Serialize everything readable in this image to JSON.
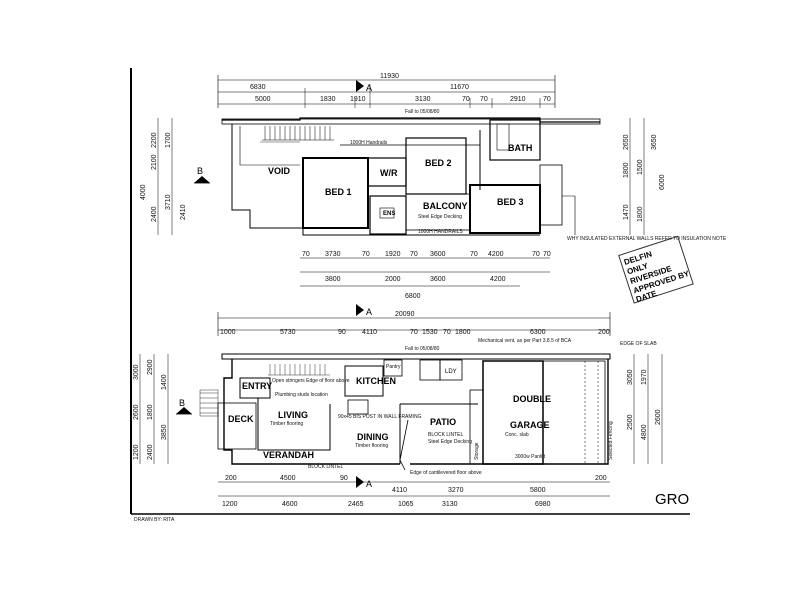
{
  "upper_floor": {
    "overall_width": "11930",
    "section_marker": "A",
    "elevation_marker": "B",
    "top_dims_1": [
      "6830",
      "11670"
    ],
    "top_dims_2": [
      "5000",
      "1830",
      "1910",
      "3130",
      "70",
      "70",
      "2910",
      "70"
    ],
    "fall_note": "Fall to 05/08/80",
    "rooms": {
      "void": "VOID",
      "bed1": "BED 1",
      "wir": "W/R",
      "bed2": "BED 2",
      "bath": "BATH",
      "balcony": "BALCONY",
      "bed3": "BED 3",
      "ens": "ENS"
    },
    "notes": {
      "balcony_sub": "Steel Edge Decking",
      "handrails": "1000H HANDRAILS",
      "handrails_top": "1000H Handrails",
      "wall_note": "WHY INSULATED EXTERNAL WALLS REFER TO INSULATION NOTE"
    },
    "left_dims": [
      "2200",
      "2100",
      "1700",
      "2400",
      "4000",
      "3710",
      "2410"
    ],
    "right_dims": [
      "2650",
      "1800",
      "1500",
      "1470",
      "1800",
      "3650",
      "6000"
    ],
    "bottom_dims_1": [
      "70",
      "3730",
      "70",
      "1920",
      "70",
      "3600",
      "70",
      "4200",
      "70",
      "70"
    ],
    "bottom_dims_2": [
      "3800",
      "2000",
      "3600",
      "4200"
    ],
    "bottom_total": "6800"
  },
  "stamp": {
    "lines": [
      "DELFIN",
      "ONLY",
      "RIVERSIDE",
      "APPROVED BY",
      "DATE"
    ]
  },
  "ground_floor": {
    "overall_width": "20090",
    "section_marker": "A",
    "elevation_marker": "B",
    "top_dims": [
      "1000",
      "5730",
      "90",
      "4110",
      "70",
      "1530",
      "70",
      "1800",
      "6300",
      "200"
    ],
    "notes": {
      "mech_vent": "Mechanical vent, as per Part 3.8.5 of BCA",
      "fall": "Fall to 05/08/80",
      "open_stringers": "Open stringers Edge of floor above",
      "plumbing": "Plumbing studs location",
      "post_note": "90x45 BIS POST IN WALL FRAMING",
      "block_lintel": "BLOCK LINTEL",
      "steel_edge": "Steel Edge Decking",
      "concrete_floor": "Edge of cantilevered floor above",
      "edge_slab": "EDGE OF SLAB",
      "garage_conc": "Conc. slab",
      "living_floor": "Timber flooring",
      "dining_floor": "Timber flooring",
      "block_lintel_2": "BLOCK LINTEL",
      "pantry": "Pantry",
      "storage": "Storage",
      "shelved": "Selected Fencing",
      "door": "3000w Panlift"
    },
    "rooms": {
      "entry": "ENTRY",
      "kitchen": "KITCHEN",
      "living": "LIVING",
      "deck": "DECK",
      "dining": "DINING",
      "patio": "PATIO",
      "double": "DOUBLE",
      "garage": "GARAGE",
      "verandah": "VERANDAH",
      "ldy": "LDY"
    },
    "left_dims": [
      "3000",
      "2900",
      "1400",
      "2600",
      "1800",
      "3850",
      "1200",
      "2400"
    ],
    "right_dims": [
      "3050",
      "1970",
      "2500",
      "4800",
      "2600"
    ],
    "bottom_dims_1": [
      "200",
      "4500",
      "90",
      "4110",
      "3270",
      "5800",
      "200"
    ],
    "bottom_dims_2": [
      "1200",
      "4600",
      "2465",
      "1065",
      "3130",
      "6980"
    ],
    "caption": "GRO"
  },
  "footer_note": "DRAWN BY: RITA"
}
